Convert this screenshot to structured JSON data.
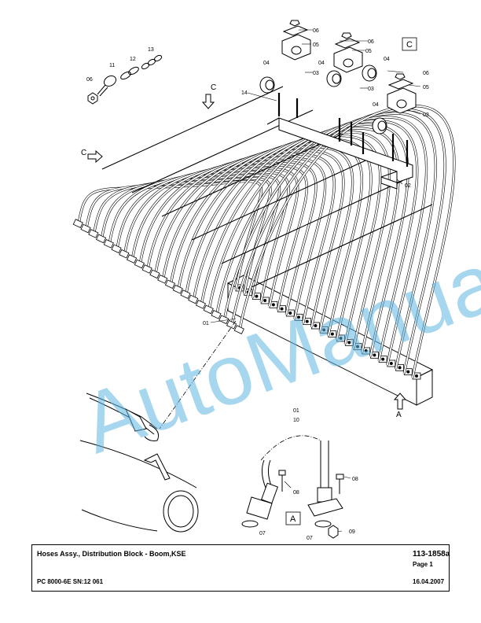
{
  "drawing": {
    "part_labels": {
      "clamp_top_1_bolt": "06",
      "clamp_top_1_plate": "05",
      "clamp_top_1_body": "03",
      "clamp_top_2_bolt": "06",
      "clamp_top_2_plate": "05",
      "clamp_top_2_body": "03",
      "clamp_left_insert": "04",
      "clamp_mid_insert": "04",
      "clamp_right_insert": "04",
      "clamp_right_bolt": "06",
      "clamp_right_plate": "05",
      "clamp_right_body": "03",
      "clamp_lower_insert": "04",
      "studs": "14",
      "bracket": "02",
      "chain_bolt": "06",
      "chain_eye": "11",
      "chain_link": "12",
      "chain_end": "13",
      "hoses_main": "01",
      "detail_hose_1": "01",
      "detail_hose_2": "10",
      "detail_screw_left": "08",
      "detail_oring_left": "07",
      "detail_screw_right": "08",
      "detail_oring_right": "07",
      "detail_nut": "09"
    },
    "view_labels": {
      "c_top": "C",
      "c_left": "C",
      "a_block": "A"
    },
    "boxed_labels": {
      "view_c": "C",
      "view_a": "A"
    },
    "watermark": "AutoManual"
  },
  "title_block": {
    "title": "Hoses Assy., Distribution Block - Boom,KSE",
    "doc_number": "113-1858a",
    "page": "Page 1",
    "model": "PC 8000-6E SN:12 061",
    "date": "16.04.2007"
  },
  "colors": {
    "watermark": "#5fb4e2",
    "line": "#000000"
  }
}
